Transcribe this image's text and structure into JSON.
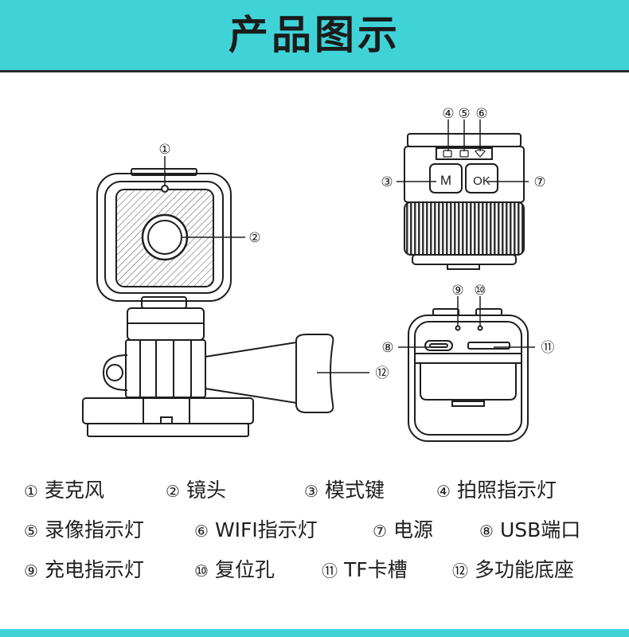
{
  "header": {
    "title": "产品图示"
  },
  "callouts": [
    "①",
    "②",
    "③",
    "④",
    "⑤",
    "⑥",
    "⑦",
    "⑧",
    "⑨",
    "⑩",
    "⑪",
    "⑫"
  ],
  "buttons": {
    "mode": "M",
    "power": "OK"
  },
  "legend": [
    {
      "num": "①",
      "label": "麦克风"
    },
    {
      "num": "②",
      "label": "镜头"
    },
    {
      "num": "③",
      "label": "模式键"
    },
    {
      "num": "④",
      "label": "拍照指示灯"
    },
    {
      "num": "⑤",
      "label": "录像指示灯"
    },
    {
      "num": "⑥",
      "label": "WIFI指示灯"
    },
    {
      "num": "⑦",
      "label": "电源"
    },
    {
      "num": "⑧",
      "label": "USB端口"
    },
    {
      "num": "⑨",
      "label": "充电指示灯"
    },
    {
      "num": "⑩",
      "label": "复位孔"
    },
    {
      "num": "⑪",
      "label": "TF卡槽"
    },
    {
      "num": "⑫",
      "label": "多功能底座"
    }
  ],
  "colors": {
    "accent": "#3fd3d8",
    "ink": "#1e1e1e"
  }
}
